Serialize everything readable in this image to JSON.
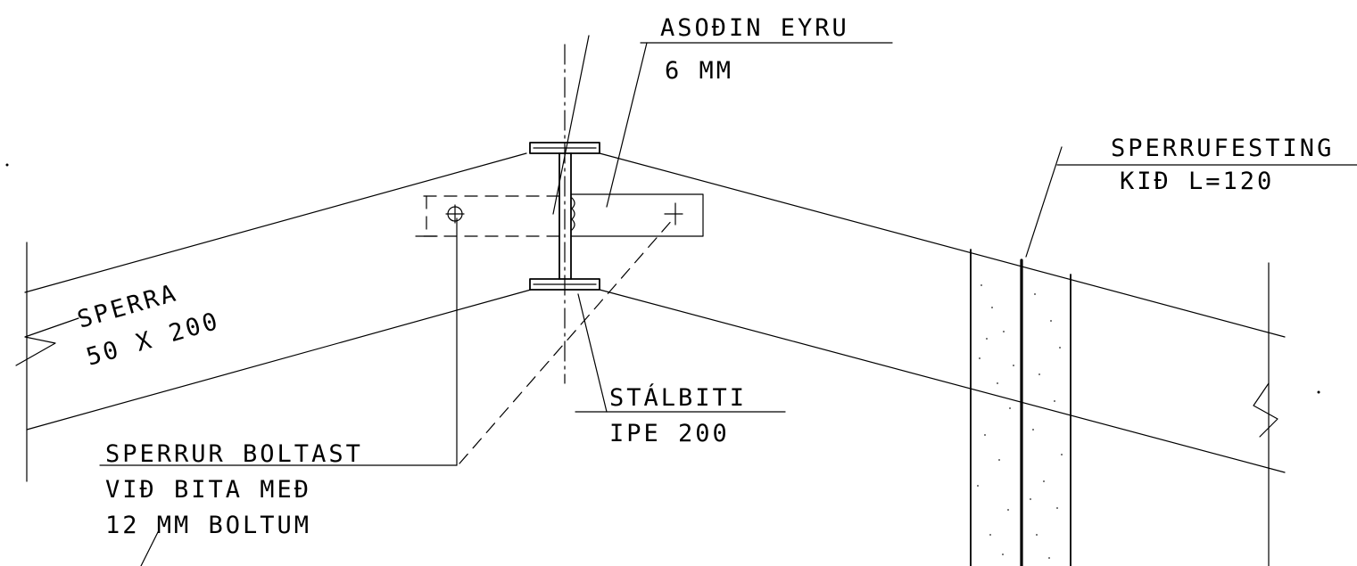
{
  "labels": {
    "shim_name": "ASOÐIN EYRU",
    "shim_size": "6 MM",
    "rafter_fix_name": "SPERRUFESTING",
    "rafter_fix_size": "KIÐ L=120",
    "rafter_name": "SPERRA",
    "rafter_size": "50 X 200",
    "beam_name": "STÁLBITI",
    "beam_size": "IPE 200",
    "bolt_line1": "SPERRUR BOLTAST",
    "bolt_line2": "VIÐ BITA MEÐ",
    "bolt_line3": "12 MM BOLTUM"
  },
  "colors": {
    "ink": "#000000",
    "paper": "#ffffff"
  }
}
